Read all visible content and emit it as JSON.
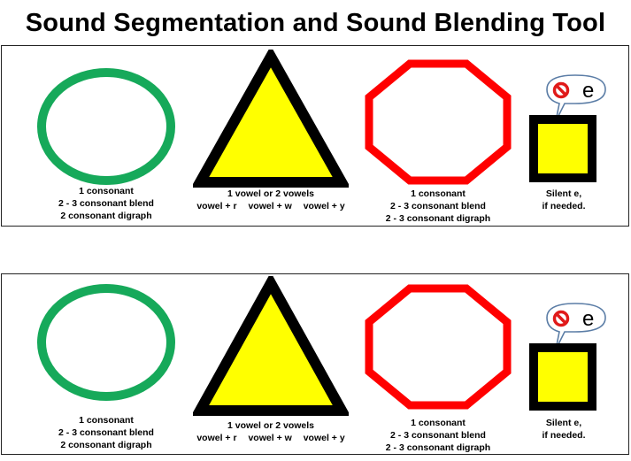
{
  "title": "Sound Segmentation and Sound Blending Tool",
  "colors": {
    "circle": "#16a95a",
    "triangle_fill": "#ffff00",
    "triangle_stroke": "#000000",
    "octagon": "#ff0000",
    "square_fill": "#ffff00",
    "square_stroke": "#000000",
    "bubble_stroke": "#5b7da6",
    "no_symbol": "#e01a1a"
  },
  "icons": [
    "circle-shape",
    "triangle-shape",
    "octagon-shape",
    "square-shape",
    "speech-bubble",
    "no-symbol-icon"
  ],
  "panels": [
    {
      "circle_caption": [
        "1 consonant",
        "2 - 3 consonant blend",
        "2 consonant digraph"
      ],
      "triangle_caption": {
        "line1": "1 vowel or 2 vowels",
        "line2": [
          "vowel + r",
          "vowel + w",
          "vowel + y"
        ]
      },
      "octagon_caption": [
        "1 consonant",
        "2 - 3 consonant blend",
        "2 - 3 consonant digraph"
      ],
      "square_caption": [
        "Silent e,",
        "if needed."
      ],
      "bubble_letter": "e"
    },
    {
      "circle_caption": [
        "1 consonant",
        "2 - 3 consonant blend",
        "2 consonant digraph"
      ],
      "triangle_caption": {
        "line1": "1 vowel or 2 vowels",
        "line2": [
          "vowel + r",
          "vowel + w",
          "vowel + y"
        ]
      },
      "octagon_caption": [
        "1 consonant",
        "2 - 3 consonant blend",
        "2 - 3 consonant digraph"
      ],
      "square_caption": [
        "Silent e,",
        "if needed."
      ],
      "bubble_letter": "e"
    }
  ]
}
